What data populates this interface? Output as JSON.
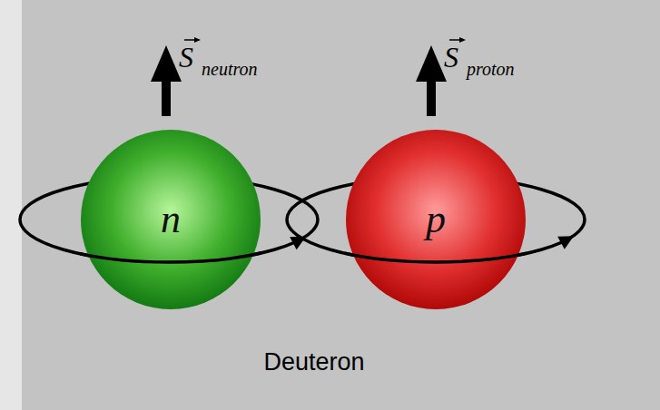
{
  "diagram": {
    "nodes": [
      {
        "text": [
          "n"
        ]
      },
      {
        "text": [
          "p"
        ]
      }
    ],
    "labels": [
      "S",
      "neutron",
      "S",
      "proton",
      "Deuteron"
    ]
  }
}
